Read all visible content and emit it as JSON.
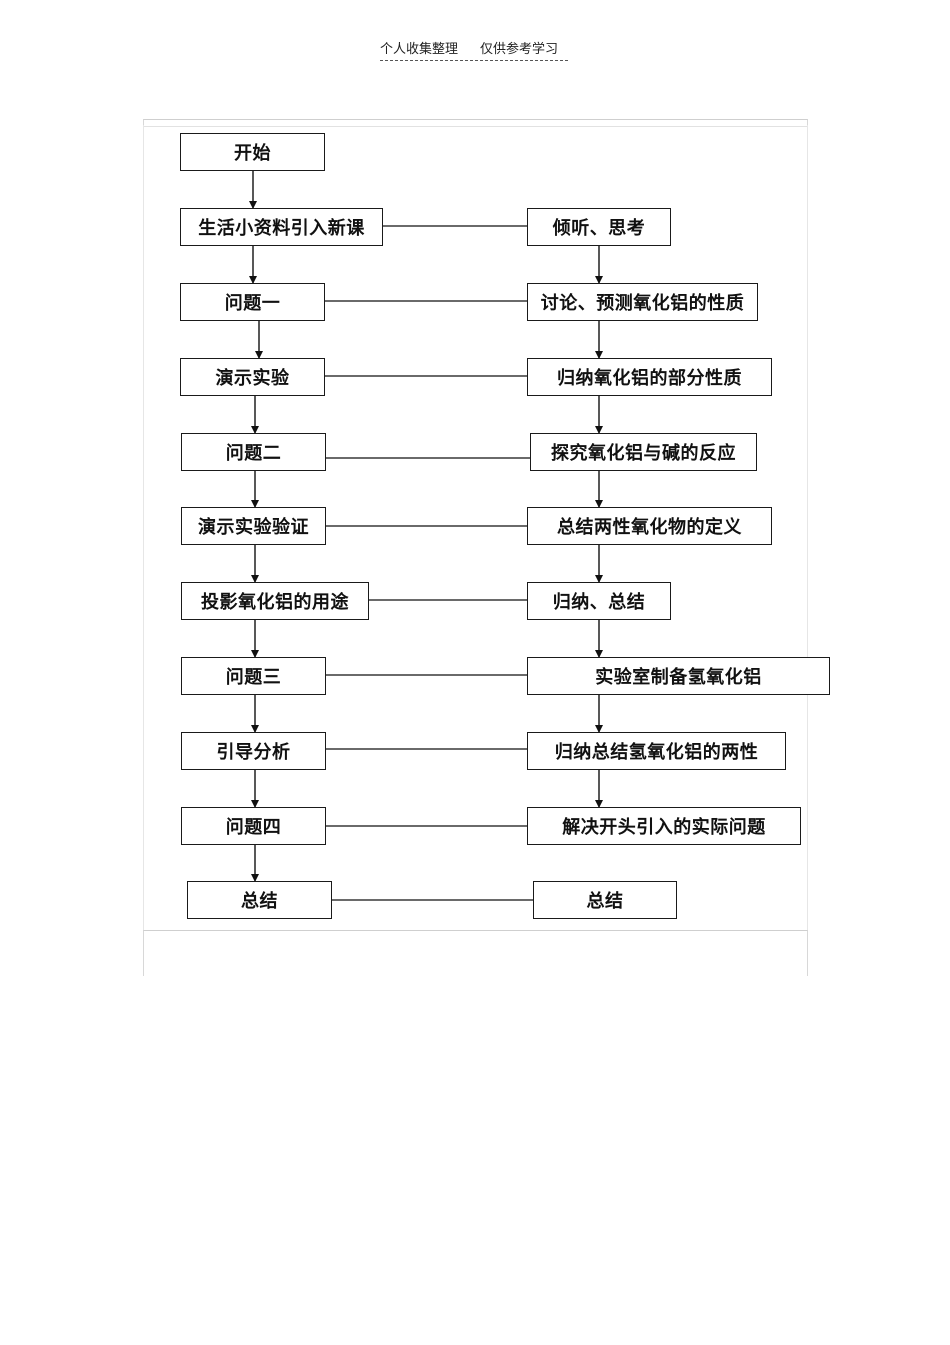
{
  "header": {
    "left_text": "个人收集整理",
    "right_text": "仅供参考学习"
  },
  "flowchart": {
    "left": [
      "开始",
      "生活小资料引入新课",
      "问题一",
      "演示实验",
      "问题二",
      "演示实验验证",
      "投影氧化铝的用途",
      "问题三",
      "引导分析",
      "问题四",
      "总结"
    ],
    "right": [
      "倾听、思考",
      "讨论、预测氧化铝的性质",
      "归纳氧化铝的部分性质",
      "探究氧化铝与碱的反应",
      "总结两性氧化物的定义",
      "归纳、总结",
      "实验室制备氢氧化铝",
      "归纳总结氢氧化铝的两性",
      "解决开头引入的实际问题",
      "总结"
    ]
  }
}
